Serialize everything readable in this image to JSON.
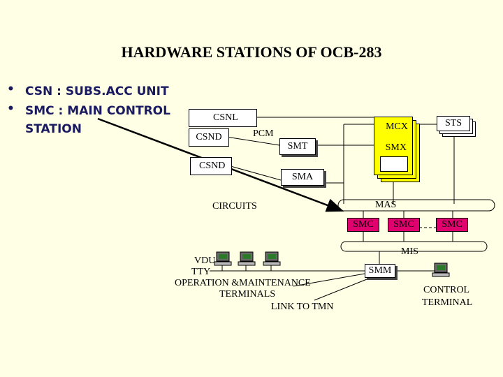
{
  "title": "HARDWARE STATIONS OF OCB-283",
  "bullets": [
    {
      "symbol": "•",
      "text": "CSN : SUBS.ACC UNIT"
    },
    {
      "symbol": "•",
      "text": "SMC : MAIN CONTROL\nSTATION"
    }
  ],
  "diagram": {
    "csnl": "CSNL",
    "csnd": "CSND",
    "csnd2": "CSND",
    "pcm": "PCM",
    "mcx": "MCX",
    "sts": "STS",
    "smt": "SMT",
    "smx": "SMX",
    "sma": "SMA",
    "circuits": "CIRCUITS",
    "mas": "MAS",
    "smc1": "SMC",
    "smc2": "SMC",
    "smc3": "SMC",
    "mis": "MIS",
    "smm": "SMM",
    "vdu": "VDU",
    "tty": "TTY",
    "om": "OPERATION &MAINTENANCE",
    "terminals": "TERMINALS",
    "link": "LINK TO TMN",
    "control": "CONTROL",
    "terminal": "TERMINAL"
  },
  "icons": [
    "computer-terminal-icon"
  ],
  "colors": {
    "background": "#ffffe5",
    "smc_fill": "#e0006e",
    "mcx_fill": "#ffff00",
    "bullet_text": "#1a1a60"
  }
}
